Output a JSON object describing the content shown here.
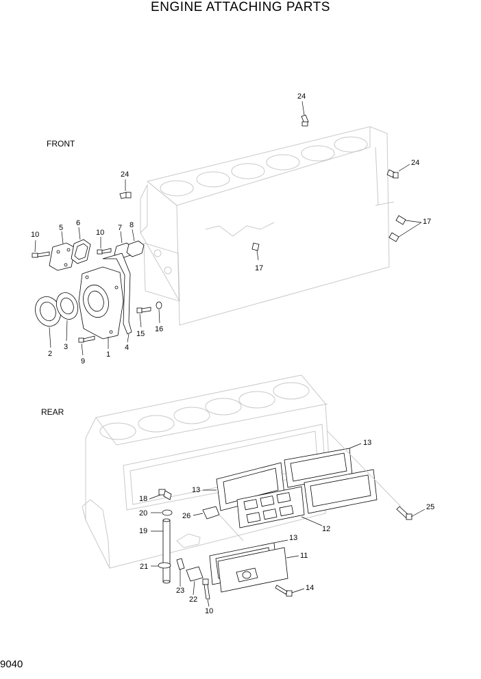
{
  "title": "ENGINE ATTACHING PARTS",
  "sections": {
    "front": "FRONT",
    "rear": "REAR"
  },
  "page_number": "9040",
  "callouts": {
    "front": [
      "24",
      "24",
      "24",
      "17",
      "17",
      "10",
      "5",
      "6",
      "10",
      "7",
      "8",
      "2",
      "3",
      "9",
      "1",
      "4",
      "15",
      "16"
    ],
    "rear": [
      "13",
      "13",
      "13",
      "18",
      "20",
      "26",
      "12",
      "25",
      "19",
      "21",
      "23",
      "22",
      "10",
      "11",
      "14"
    ]
  }
}
